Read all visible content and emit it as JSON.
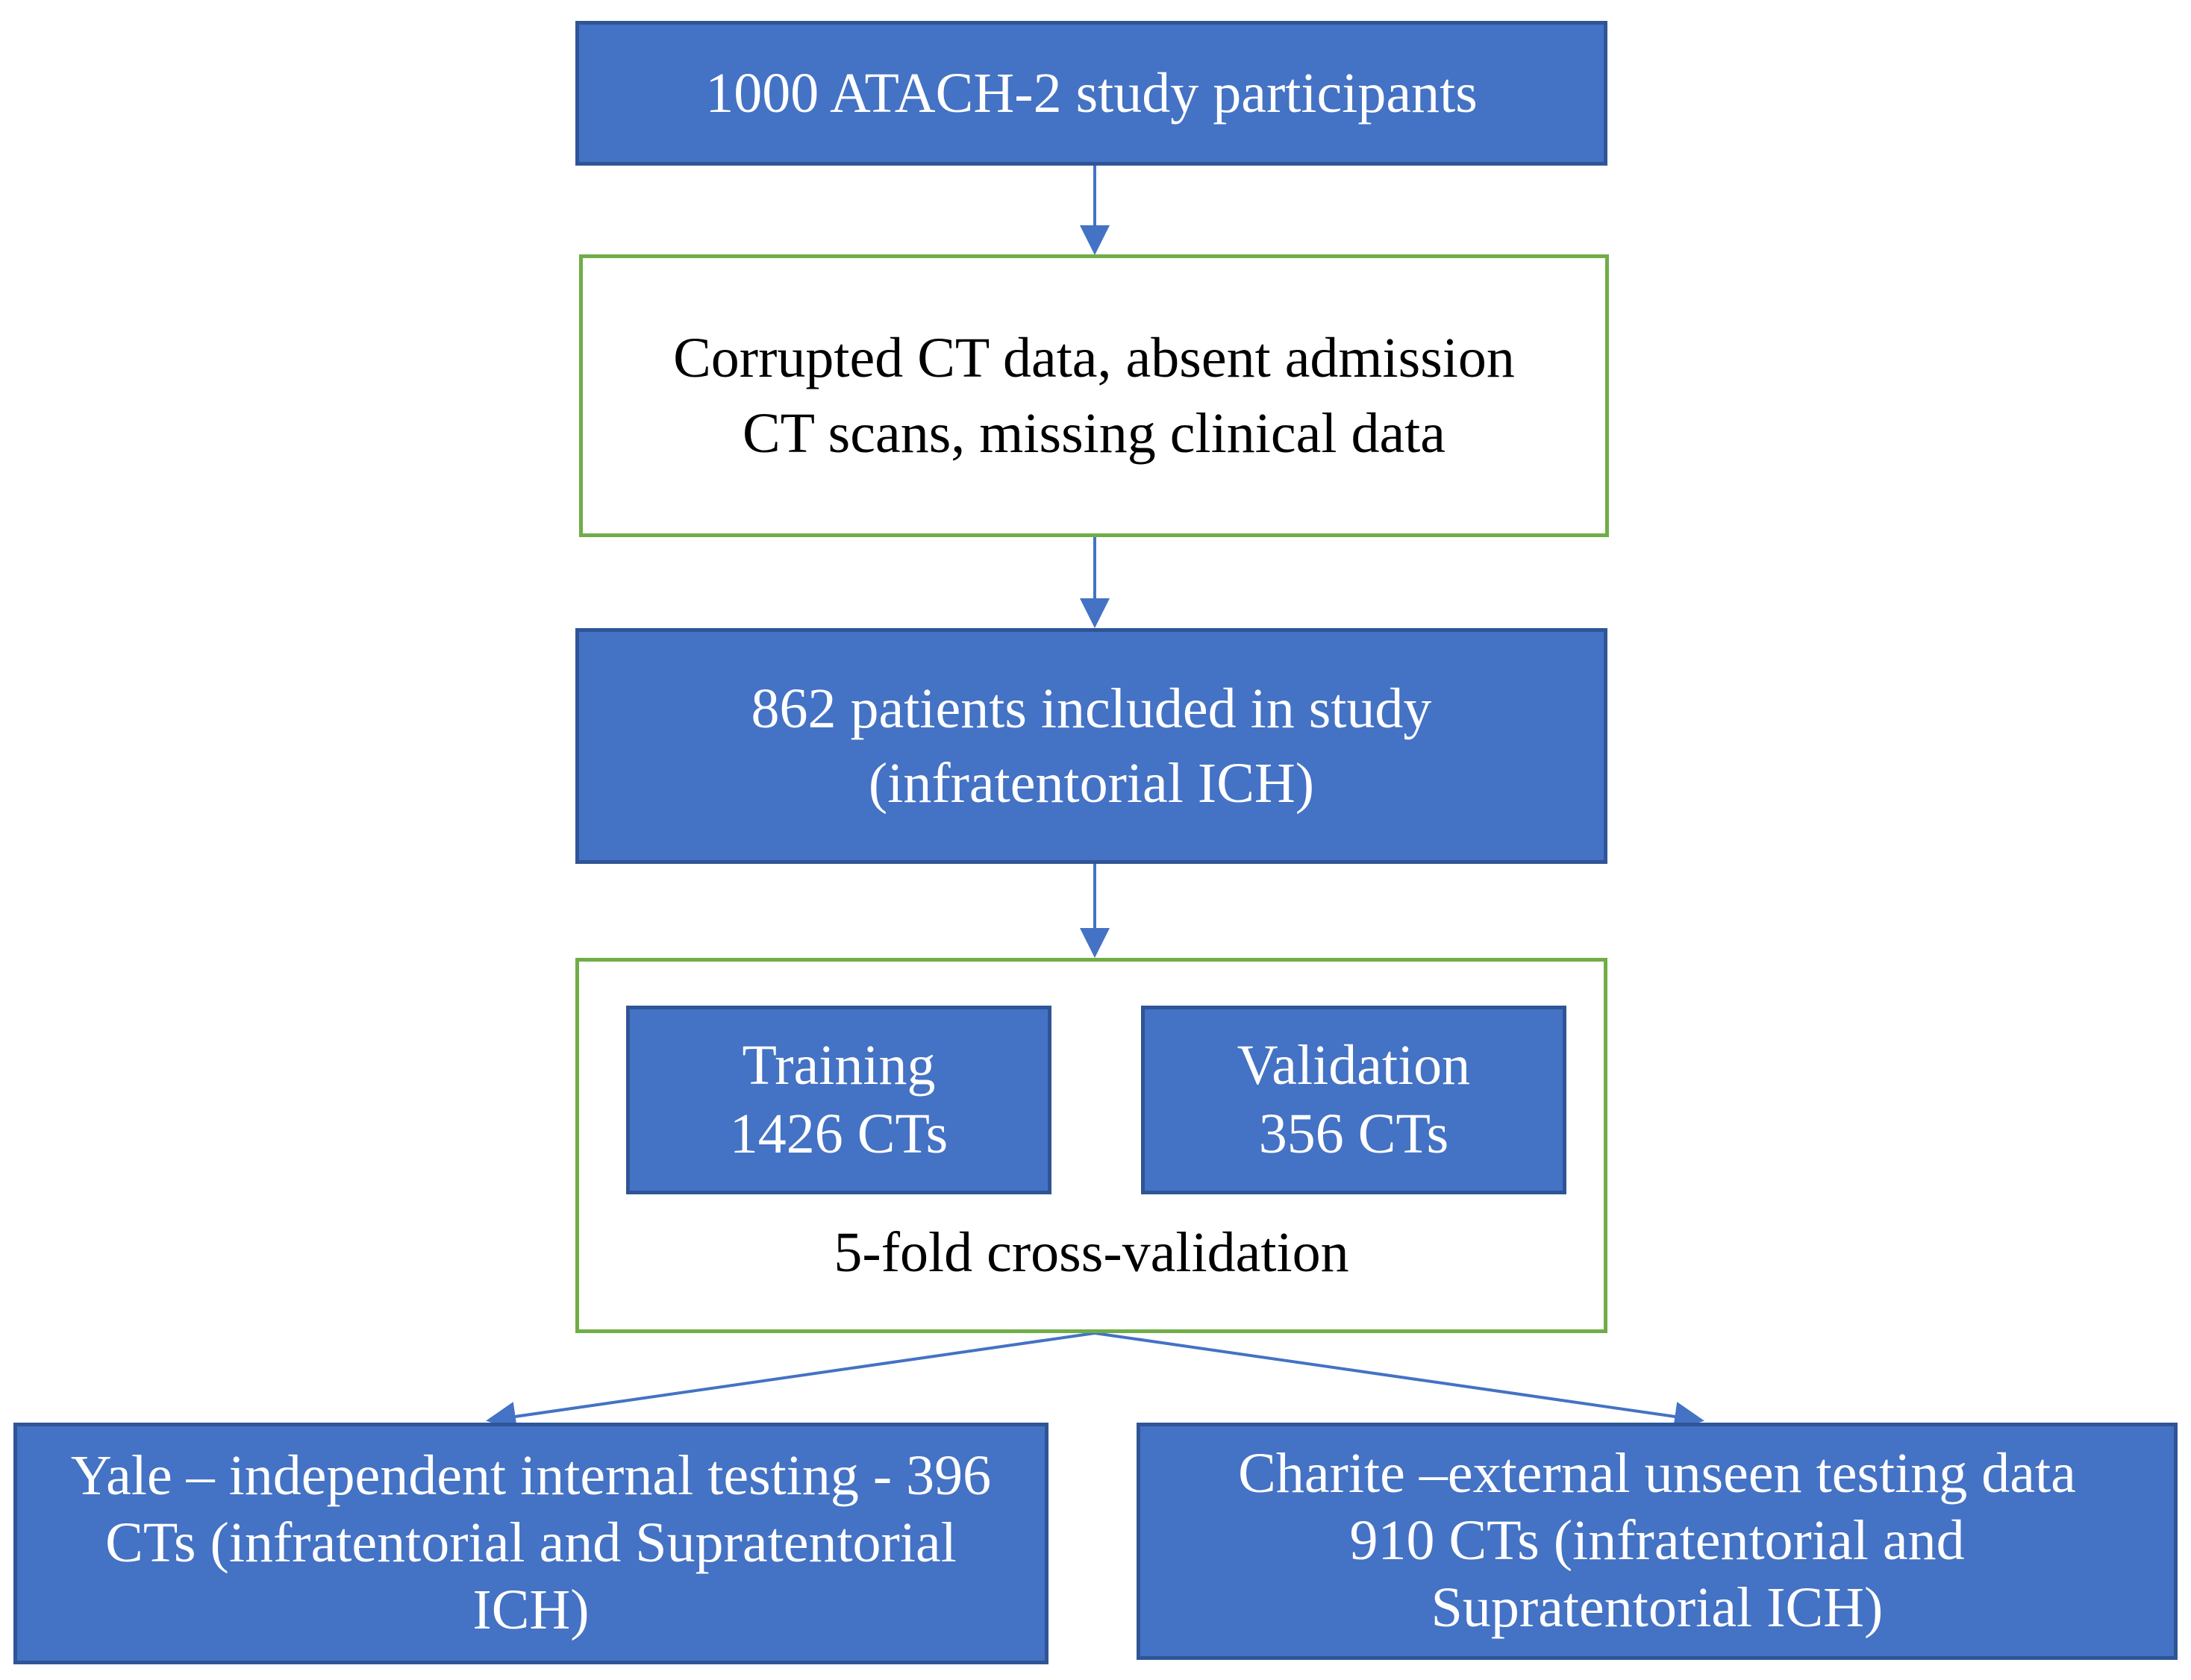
{
  "colors": {
    "box_fill": "#4472c4",
    "box_border": "#2f5597",
    "exclusion_border": "#70ad47",
    "arrow": "#4472c4"
  },
  "nodes": {
    "participants": {
      "lines": [
        "1000 ATACH-2 study participants"
      ]
    },
    "exclusion": {
      "lines": [
        "Corrupted CT data, absent admission",
        "CT scans, missing clinical data"
      ]
    },
    "included": {
      "lines": [
        "862 patients included in study",
        "(infratentorial ICH)"
      ]
    },
    "training": {
      "lines": [
        "Training",
        "1426 CTs"
      ]
    },
    "validation": {
      "lines": [
        "Validation",
        "356 CTs"
      ]
    },
    "crossval_label": "5-fold cross-validation",
    "yale": {
      "lines": [
        "Yale – independent internal testing - 396",
        "CTs (infratentorial and Supratentorial",
        "ICH)"
      ]
    },
    "charite": {
      "lines": [
        "Charite –external unseen testing data",
        "910 CTs (infratentorial and",
        "Supratentorial ICH)"
      ]
    }
  },
  "edges": [
    {
      "from": "participants",
      "to": "exclusion"
    },
    {
      "from": "exclusion",
      "to": "included"
    },
    {
      "from": "included",
      "to": "crossval"
    },
    {
      "from": "crossval",
      "to": "yale"
    },
    {
      "from": "crossval",
      "to": "charite"
    }
  ]
}
